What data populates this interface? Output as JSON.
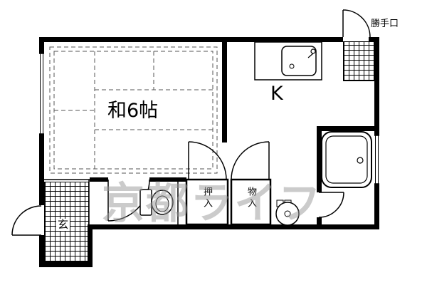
{
  "floor_plan": {
    "room": {
      "label": "和6帖"
    },
    "kitchen": {
      "label": "K"
    },
    "back_door": {
      "label": "勝手口"
    },
    "entrance": {
      "label": "玄"
    },
    "closet": {
      "label": "押入"
    },
    "storage": {
      "label": "物入"
    }
  },
  "watermark": {
    "text": "京都ライフ",
    "color": "#999999"
  },
  "colors": {
    "wall": "#000000",
    "background": "#ffffff"
  }
}
